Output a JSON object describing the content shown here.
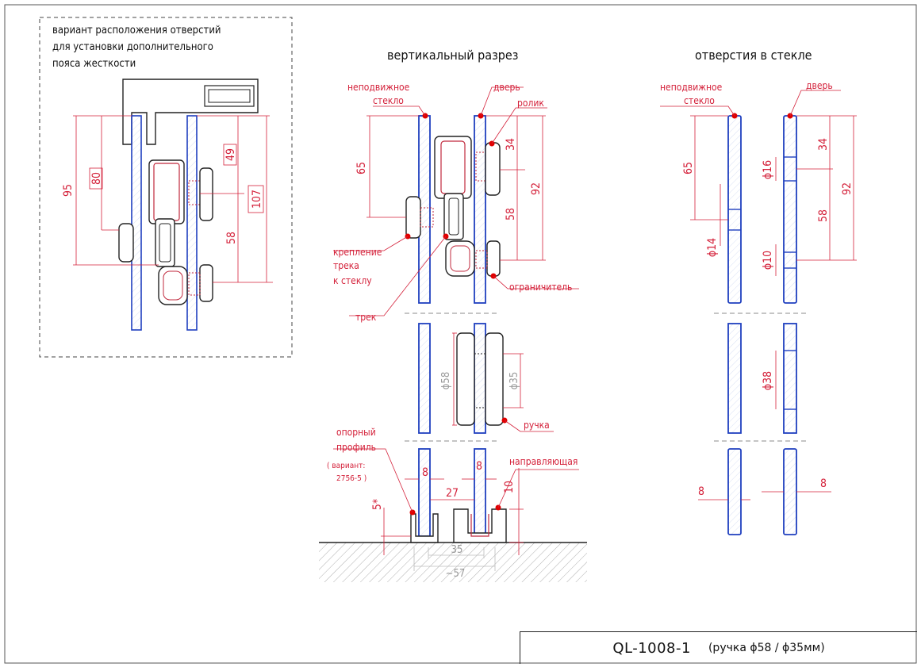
{
  "panels": {
    "option_note": [
      "вариант расположения отверстий",
      "для установки дополнительного",
      "пояса жесткости"
    ],
    "vertical_section_title": "вертикальный разрез",
    "holes_title": "отверстия в стекле"
  },
  "labels": {
    "fixed_glass_1": "неподвижное",
    "fixed_glass_2": "стекло",
    "door": "дверь",
    "roller": "ролик",
    "track_mount_1": "крепление",
    "track_mount_2": "трека",
    "track_mount_3": "к стеклу",
    "track": "трек",
    "limiter": "ограничитель",
    "handle": "ручка",
    "support_profile_1": "опорный",
    "support_profile_2": "профиль",
    "support_variant_1": "( вариант:",
    "support_variant_2": "2756-5 )",
    "guide": "направляющая"
  },
  "dimensions": {
    "d95": "95",
    "d80": "80",
    "d49": "49",
    "d107": "107",
    "d58a": "58",
    "d65": "65",
    "d34": "34",
    "d92": "92",
    "d58b": "58",
    "phi58": "ϕ58",
    "phi35": "ϕ35",
    "d8a": "8",
    "d8b": "8",
    "d27": "27",
    "d10": "10",
    "d5": "5*",
    "d35": "35",
    "d57": "~57",
    "h65": "65",
    "h34": "34",
    "h92": "92",
    "h58": "58",
    "phi16": "ϕ16",
    "phi14": "ϕ14",
    "phi10": "ϕ10",
    "phi38": "ϕ38",
    "h8a": "8",
    "h8b": "8"
  },
  "title_block": {
    "code": "QL-1008-1",
    "description": "(ручка ϕ58 / ϕ35мм)"
  },
  "colors": {
    "dimension": "#d4213a",
    "glass": "#1f3fbf",
    "outline": "#222222",
    "marker": "#e00000"
  }
}
